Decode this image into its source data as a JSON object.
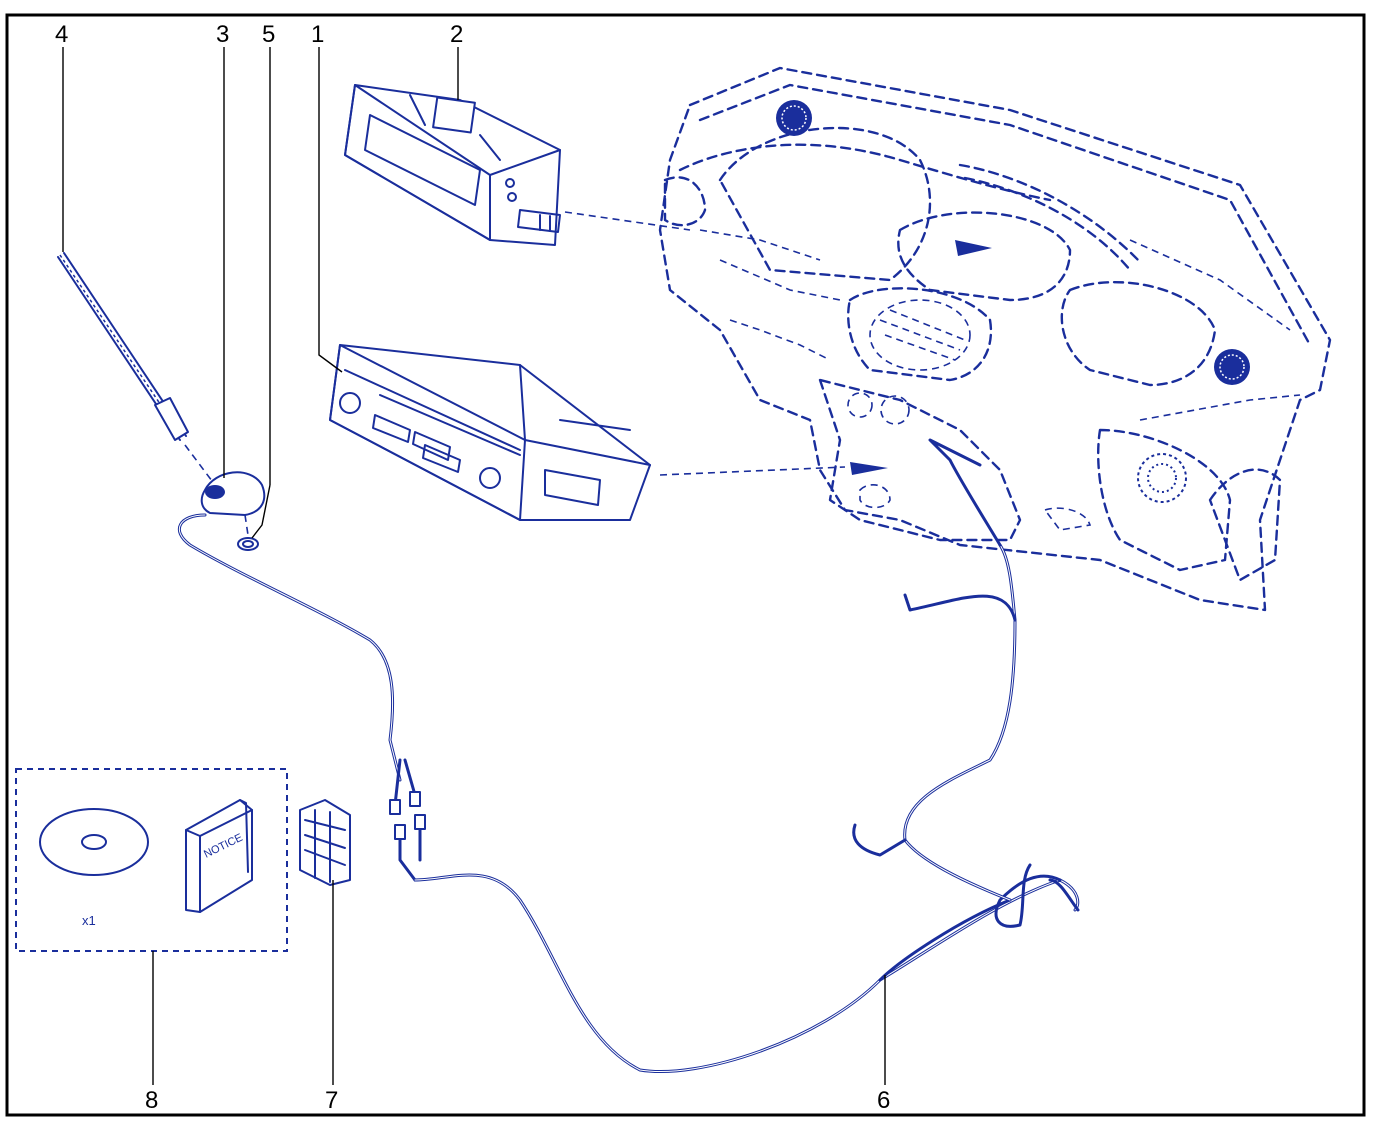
{
  "callouts": {
    "c1": "1",
    "c2": "2",
    "c3": "3",
    "c4": "4",
    "c5": "5",
    "c6": "6",
    "c7": "7",
    "c8": "8"
  },
  "kit": {
    "notice_label": "NOTICE",
    "quantity_label": "x1"
  },
  "colors": {
    "line_art": "#1a2e9c",
    "frame": "#000000",
    "background": "#ffffff"
  }
}
